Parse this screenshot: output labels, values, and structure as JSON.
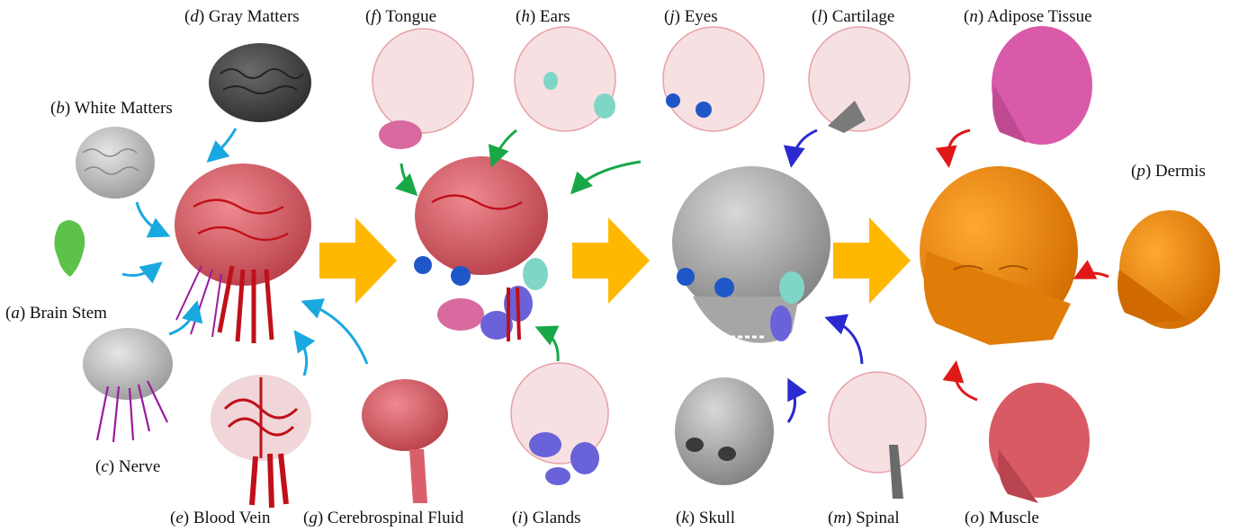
{
  "labels": {
    "a": {
      "letter": "a",
      "text": "Brain Stem"
    },
    "b": {
      "letter": "b",
      "text": "White Matters"
    },
    "c": {
      "letter": "c",
      "text": "Nerve"
    },
    "d": {
      "letter": "d",
      "text": "Gray Matters"
    },
    "e": {
      "letter": "e",
      "text": "Blood Vein"
    },
    "f": {
      "letter": "f",
      "text": "Tongue"
    },
    "g": {
      "letter": "g",
      "text": "Cerebrospinal Fluid"
    },
    "h": {
      "letter": "h",
      "text": "Ears"
    },
    "i": {
      "letter": "i",
      "text": "Glands"
    },
    "j": {
      "letter": "j",
      "text": "Eyes"
    },
    "k": {
      "letter": "k",
      "text": "Skull"
    },
    "l": {
      "letter": "l",
      "text": "Cartilage"
    },
    "m": {
      "letter": "m",
      "text": "Spinal"
    },
    "n": {
      "letter": "n",
      "text": "Adipose Tissue"
    },
    "o": {
      "letter": "o",
      "text": "Muscle"
    },
    "p": {
      "letter": "p",
      "text": "Dermis"
    }
  },
  "colors": {
    "brain": "#d9606a",
    "gray_matter": "#4a4a4a",
    "white_matter": "#bdbdbd",
    "brain_stem": "#5cc24a",
    "vessel": "#c0101a",
    "nerve": "#9a1aa0",
    "tongue": "#d86aa0",
    "ears": "#7fd6c6",
    "eyes": "#1f57c8",
    "glands": "#6a62d8",
    "skull": "#9a9a9a",
    "cartilage": "#7a7a7a",
    "adipose": "#d85aa8",
    "muscle": "#d85a64",
    "dermis": "#f08a10",
    "big_arrow": "#ffb800",
    "arrow_cyan": "#1aa8e0",
    "arrow_green": "#18a848",
    "arrow_blue": "#2a2ad0",
    "arrow_red": "#e01818",
    "head_outline": "#e8a0a8"
  }
}
